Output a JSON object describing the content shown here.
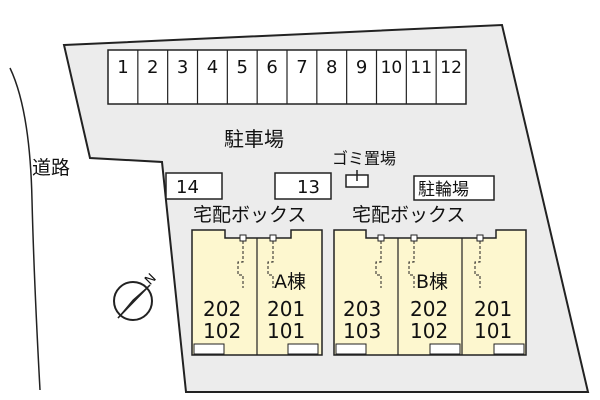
{
  "road_label": "道路",
  "parking": {
    "label": "駐車場",
    "spaces": [
      "1",
      "2",
      "3",
      "4",
      "5",
      "6",
      "7",
      "8",
      "9",
      "10",
      "11",
      "12"
    ],
    "space_14": "14",
    "space_13": "13"
  },
  "garbage_label": "ゴミ置場",
  "bicycle_parking_label": "駐輪場",
  "delivery_box_label": "宅配ボックス",
  "buildings": {
    "a": {
      "name": "A棟",
      "units_upper": [
        "202",
        "201"
      ],
      "units_lower": [
        "102",
        "101"
      ]
    },
    "b": {
      "name": "B棟",
      "units_upper": [
        "203",
        "202",
        "201"
      ],
      "units_lower": [
        "103",
        "102",
        "101"
      ]
    }
  },
  "compass_north": "N",
  "colors": {
    "building_fill": "#fdf7cf",
    "lot_fill": "#ececec",
    "stroke": "#222222"
  }
}
